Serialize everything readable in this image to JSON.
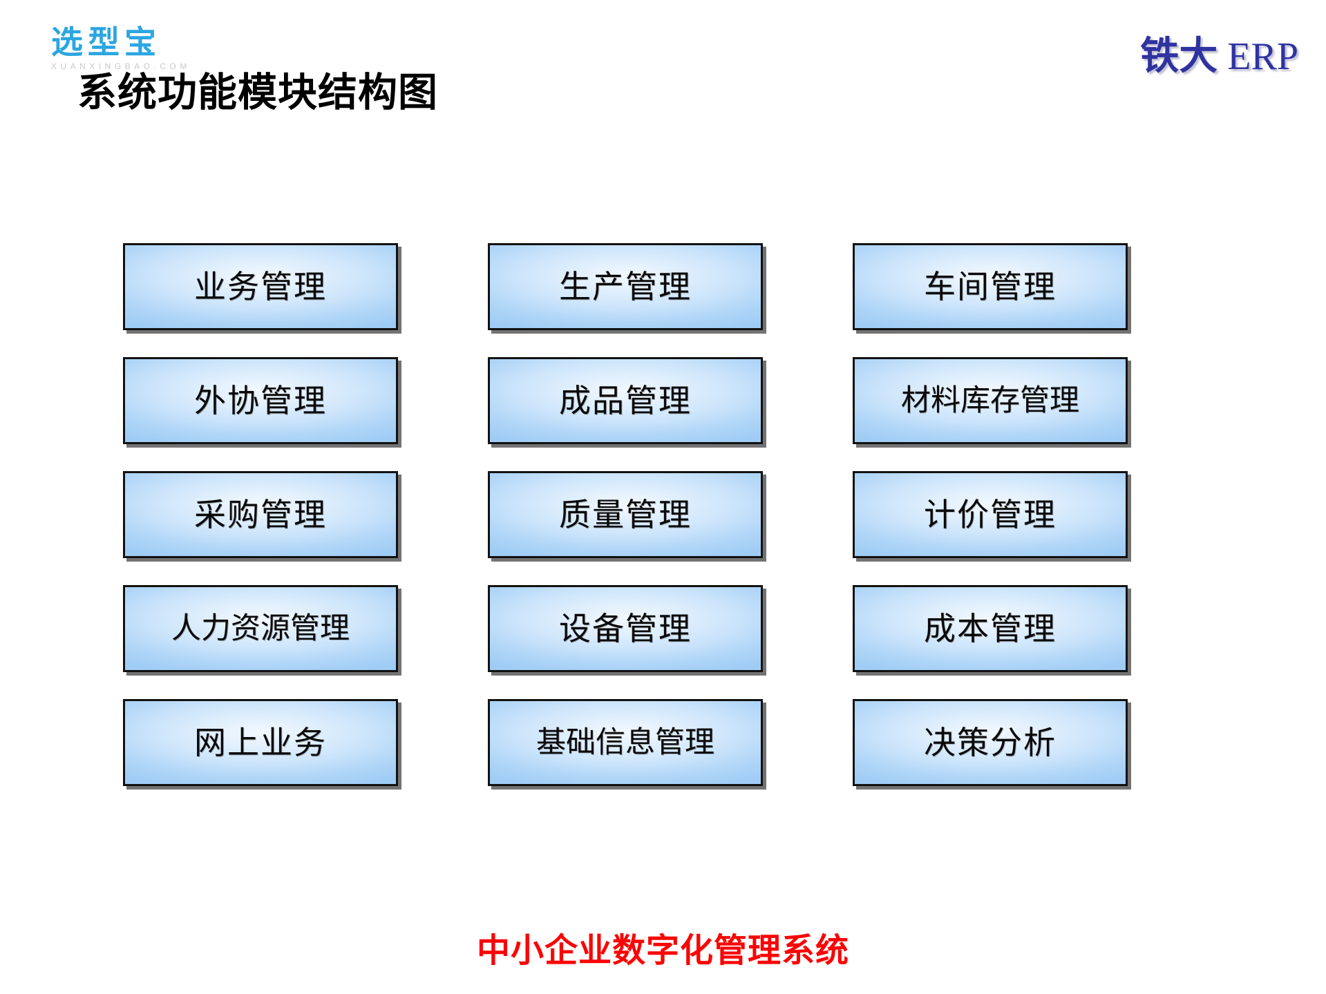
{
  "brand": {
    "logo_text": "选型宝",
    "logo_subtext": "XUANXINGBAO.COM",
    "logo_color": "#2ba6e0",
    "logo_sub_color": "#c9c9c9"
  },
  "erp_mark": {
    "cn": "铁大",
    "en": "ERP",
    "color": "#2f33a0"
  },
  "title": "系统功能模块结构图",
  "footer": {
    "tagline": "中小企业数字化管理系统",
    "color": "#fa0505"
  },
  "grid": {
    "columns": 3,
    "rows": 5,
    "box_border_color": "#111111",
    "box_fill_light": "#f2f8fe",
    "box_fill_dark": "#9fccf5",
    "modules": [
      {
        "label": "业务管理",
        "row": 1,
        "col": 1,
        "wide": false
      },
      {
        "label": "生产管理",
        "row": 1,
        "col": 2,
        "wide": false
      },
      {
        "label": "车间管理",
        "row": 1,
        "col": 3,
        "wide": false
      },
      {
        "label": "外协管理",
        "row": 2,
        "col": 1,
        "wide": false
      },
      {
        "label": "成品管理",
        "row": 2,
        "col": 2,
        "wide": false
      },
      {
        "label": "材料库存管理",
        "row": 2,
        "col": 3,
        "wide": true
      },
      {
        "label": "采购管理",
        "row": 3,
        "col": 1,
        "wide": false
      },
      {
        "label": "质量管理",
        "row": 3,
        "col": 2,
        "wide": false
      },
      {
        "label": "计价管理",
        "row": 3,
        "col": 3,
        "wide": false
      },
      {
        "label": "人力资源管理",
        "row": 4,
        "col": 1,
        "wide": true
      },
      {
        "label": "设备管理",
        "row": 4,
        "col": 2,
        "wide": false
      },
      {
        "label": "成本管理",
        "row": 4,
        "col": 3,
        "wide": false
      },
      {
        "label": "网上业务",
        "row": 5,
        "col": 1,
        "wide": false
      },
      {
        "label": "基础信息管理",
        "row": 5,
        "col": 2,
        "wide": true
      },
      {
        "label": "决策分析",
        "row": 5,
        "col": 3,
        "wide": false
      }
    ]
  }
}
